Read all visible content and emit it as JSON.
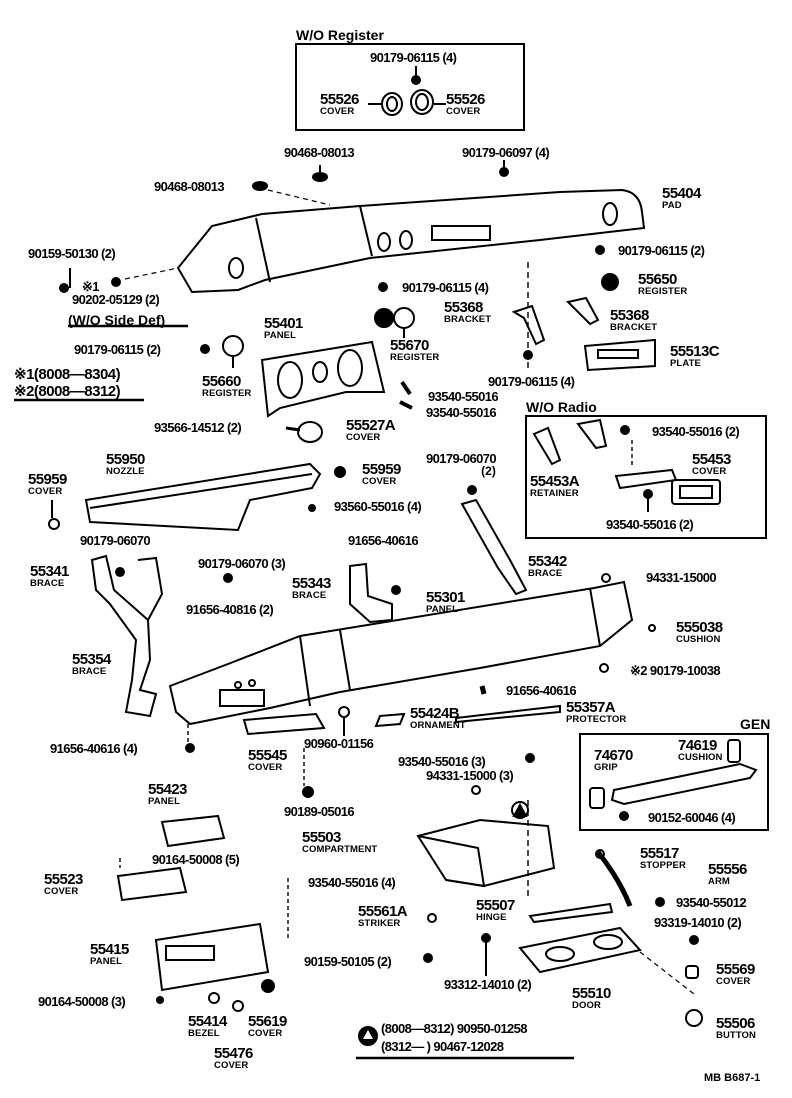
{
  "sections": {
    "wo_register": "W/O Register",
    "wo_side_def": "(W/O  Side Def)",
    "wo_radio": "W/O Radio",
    "gen": "GEN"
  },
  "notes": {
    "star1": "※1(8008—8304)",
    "star2": "※2(8008—8312)",
    "triangle_line1": "(8008—8312) 90950-01258",
    "triangle_line2": "(8312—        ) 90467-12028"
  },
  "footer": {
    "code": "MB  B687-1"
  },
  "parts": [
    {
      "id": "p1",
      "number": "90179-06115 (4)",
      "name": ""
    },
    {
      "id": "p2",
      "number": "55526",
      "name": "COVER"
    },
    {
      "id": "p3",
      "number": "55526",
      "name": "COVER"
    },
    {
      "id": "p4",
      "number": "90468-08013",
      "name": ""
    },
    {
      "id": "p5",
      "number": "90179-06097 (4)",
      "name": ""
    },
    {
      "id": "p6",
      "number": "90468-08013",
      "name": ""
    },
    {
      "id": "p7",
      "number": "55404",
      "name": "PAD"
    },
    {
      "id": "p8",
      "number": "90159-50130 (2)",
      "name": ""
    },
    {
      "id": "p9",
      "number": "90179-06115 (2)",
      "name": ""
    },
    {
      "id": "p10",
      "number": "※1",
      "name": ""
    },
    {
      "id": "p11",
      "number": "90202-05129 (2)",
      "name": ""
    },
    {
      "id": "p12",
      "number": "90179-06115 (4)",
      "name": ""
    },
    {
      "id": "p13",
      "number": "55650",
      "name": "REGISTER"
    },
    {
      "id": "p14",
      "number": "55401",
      "name": "PANEL"
    },
    {
      "id": "p15",
      "number": "55368",
      "name": "BRACKET"
    },
    {
      "id": "p16",
      "number": "55368",
      "name": "BRACKET"
    },
    {
      "id": "p17",
      "number": "90179-06115 (2)",
      "name": ""
    },
    {
      "id": "p18",
      "number": "55670",
      "name": "REGISTER"
    },
    {
      "id": "p19",
      "number": "55513C",
      "name": "PLATE"
    },
    {
      "id": "p20",
      "number": "55660",
      "name": "REGISTER"
    },
    {
      "id": "p21",
      "number": "93540-55016",
      "name": ""
    },
    {
      "id": "p22",
      "number": "90179-06115 (4)",
      "name": ""
    },
    {
      "id": "p23",
      "number": "93540-55016",
      "name": ""
    },
    {
      "id": "p24",
      "number": "93566-14512 (2)",
      "name": ""
    },
    {
      "id": "p25",
      "number": "55527A",
      "name": "COVER"
    },
    {
      "id": "p26",
      "number": "93540-55016 (2)",
      "name": ""
    },
    {
      "id": "p27",
      "number": "55453",
      "name": "COVER"
    },
    {
      "id": "p28",
      "number": "55453A",
      "name": "RETAINER"
    },
    {
      "id": "p29",
      "number": "93540-55016 (2)",
      "name": ""
    },
    {
      "id": "p30",
      "number": "90179-06070",
      "name": "(2)"
    },
    {
      "id": "p31",
      "number": "55950",
      "name": "NOZZLE"
    },
    {
      "id": "p32",
      "number": "55959",
      "name": "COVER"
    },
    {
      "id": "p33",
      "number": "55959",
      "name": "COVER"
    },
    {
      "id": "p34",
      "number": "93560-55016 (4)",
      "name": ""
    },
    {
      "id": "p35",
      "number": "90179-06070",
      "name": ""
    },
    {
      "id": "p36",
      "number": "90179-06070 (3)",
      "name": ""
    },
    {
      "id": "p37",
      "number": "91656-40616",
      "name": ""
    },
    {
      "id": "p38",
      "number": "55341",
      "name": "BRACE"
    },
    {
      "id": "p39",
      "number": "55342",
      "name": "BRACE"
    },
    {
      "id": "p40",
      "number": "94331-15000",
      "name": ""
    },
    {
      "id": "p41",
      "number": "55343",
      "name": "BRACE"
    },
    {
      "id": "p42",
      "number": "91656-40816 (2)",
      "name": ""
    },
    {
      "id": "p43",
      "number": "55301",
      "name": "PANEL"
    },
    {
      "id": "p44",
      "number": "555038",
      "name": "CUSHION"
    },
    {
      "id": "p45",
      "number": "55354",
      "name": "BRACE"
    },
    {
      "id": "p46",
      "number": "※2 90179-10038",
      "name": ""
    },
    {
      "id": "p47",
      "number": "91656-40616",
      "name": ""
    },
    {
      "id": "p48",
      "number": "55424B",
      "name": "ORNAMENT"
    },
    {
      "id": "p49",
      "number": "55357A",
      "name": "PROTECTOR"
    },
    {
      "id": "p50",
      "number": "91656-40616 (4)",
      "name": ""
    },
    {
      "id": "p51",
      "number": "55545",
      "name": "COVER"
    },
    {
      "id": "p52",
      "number": "90960-01156",
      "name": ""
    },
    {
      "id": "p53",
      "number": "93540-55016 (3)",
      "name": ""
    },
    {
      "id": "p54",
      "number": "94331-15000 (3)",
      "name": ""
    },
    {
      "id": "p55",
      "number": "74619",
      "name": "CUSHION"
    },
    {
      "id": "p56",
      "number": "74670",
      "name": "GRIP"
    },
    {
      "id": "p57",
      "number": "90152-60046 (4)",
      "name": ""
    },
    {
      "id": "p58",
      "number": "55423",
      "name": "PANEL"
    },
    {
      "id": "p59",
      "number": "90189-05016",
      "name": ""
    },
    {
      "id": "p60",
      "number": "55503",
      "name": "COMPARTMENT"
    },
    {
      "id": "p61",
      "number": "90164-50008 (5)",
      "name": ""
    },
    {
      "id": "p62",
      "number": "55517",
      "name": "STOPPER"
    },
    {
      "id": "p63",
      "number": "55556",
      "name": "ARM"
    },
    {
      "id": "p64",
      "number": "55523",
      "name": "COVER"
    },
    {
      "id": "p65",
      "number": "93540-55016 (4)",
      "name": ""
    },
    {
      "id": "p66",
      "number": "93540-55012",
      "name": ""
    },
    {
      "id": "p67",
      "number": "55561A",
      "name": "STRIKER"
    },
    {
      "id": "p68",
      "number": "55507",
      "name": "HINGE"
    },
    {
      "id": "p69",
      "number": "93319-14010 (2)",
      "name": ""
    },
    {
      "id": "p70",
      "number": "55415",
      "name": "PANEL"
    },
    {
      "id": "p71",
      "number": "90159-50105 (2)",
      "name": ""
    },
    {
      "id": "p72",
      "number": "55569",
      "name": "COVER"
    },
    {
      "id": "p73",
      "number": "90164-50008 (3)",
      "name": ""
    },
    {
      "id": "p74",
      "number": "93312-14010 (2)",
      "name": ""
    },
    {
      "id": "p75",
      "number": "55510",
      "name": "DOOR"
    },
    {
      "id": "p76",
      "number": "55414",
      "name": "BEZEL"
    },
    {
      "id": "p77",
      "number": "55619",
      "name": "COVER"
    },
    {
      "id": "p78",
      "number": "55506",
      "name": "BUTTON"
    },
    {
      "id": "p79",
      "number": "55476",
      "name": "COVER"
    }
  ]
}
